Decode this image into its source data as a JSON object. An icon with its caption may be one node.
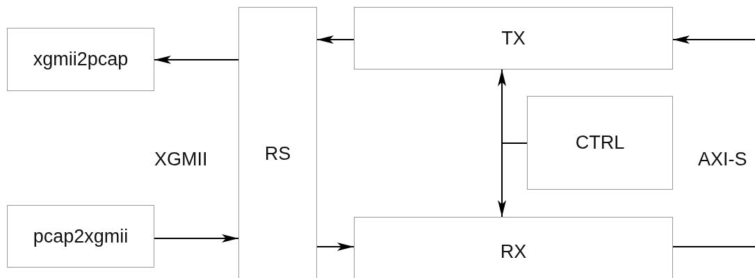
{
  "diagram": {
    "nodes": [
      {
        "text": [
          "xgmii2pcap"
        ]
      },
      {
        "text": [
          "pcap2xgmii"
        ]
      },
      {
        "text": [
          "RS"
        ]
      },
      {
        "text": [
          "TX"
        ]
      },
      {
        "text": [
          "CTRL"
        ]
      },
      {
        "text": [
          "RX"
        ]
      }
    ],
    "edges": [
      {
        "from": 2,
        "to": 0,
        "arrow": "to"
      },
      {
        "from": 1,
        "to": 2,
        "arrow": "to"
      },
      {
        "from": 3,
        "to": 2,
        "arrow": "to"
      },
      {
        "from": 2,
        "to": 5,
        "arrow": "to"
      },
      {
        "from": null,
        "to": 3,
        "arrow": "to"
      },
      {
        "from": 5,
        "to": null,
        "arrow": "none"
      },
      {
        "from": 4,
        "to": 3,
        "arrow": "to"
      },
      {
        "from": 4,
        "to": 5,
        "arrow": "to"
      }
    ],
    "labels": [
      "XGMII",
      "AXI-S"
    ]
  }
}
